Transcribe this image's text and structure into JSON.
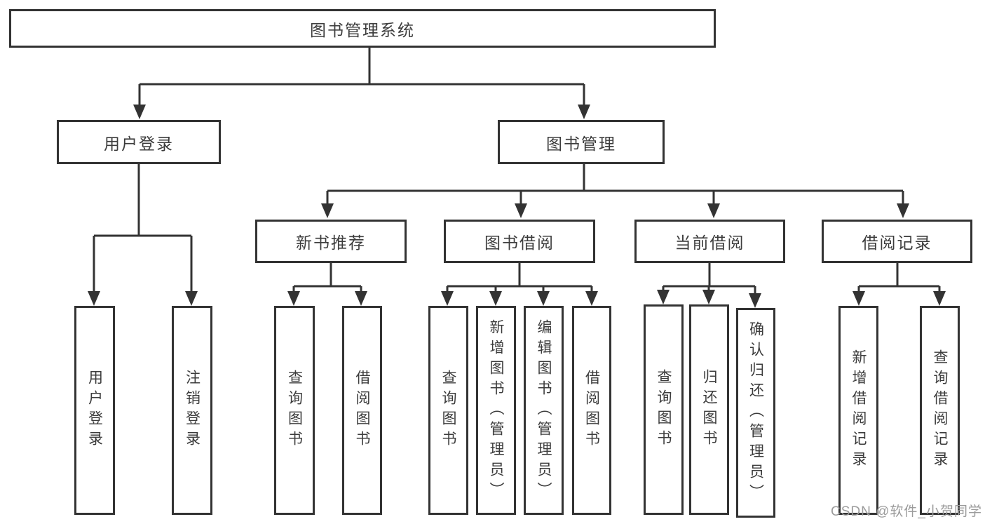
{
  "diagram": {
    "root": "图书管理系统",
    "branches": [
      {
        "label": "用户登录",
        "children": [
          "用户登录",
          "注销登录"
        ]
      },
      {
        "label": "图书管理",
        "sections": [
          {
            "label": "新书推荐",
            "children": [
              "查询图书",
              "借阅图书"
            ]
          },
          {
            "label": "图书借阅",
            "children": [
              "查询图书",
              "新增图书（管理员）",
              "编辑图书（管理员）",
              "借阅图书"
            ]
          },
          {
            "label": "当前借阅",
            "children": [
              "查询图书",
              "归还图书",
              "确认归还（管理员）"
            ]
          },
          {
            "label": "借阅记录",
            "children": [
              "新增借阅记录",
              "查询借阅记录"
            ]
          }
        ]
      }
    ],
    "colors": {
      "line": "#333333",
      "text": "#3c3c3c",
      "watermark": "#9b9b9b"
    }
  },
  "watermark": "CSDN @软件_小贺同学"
}
